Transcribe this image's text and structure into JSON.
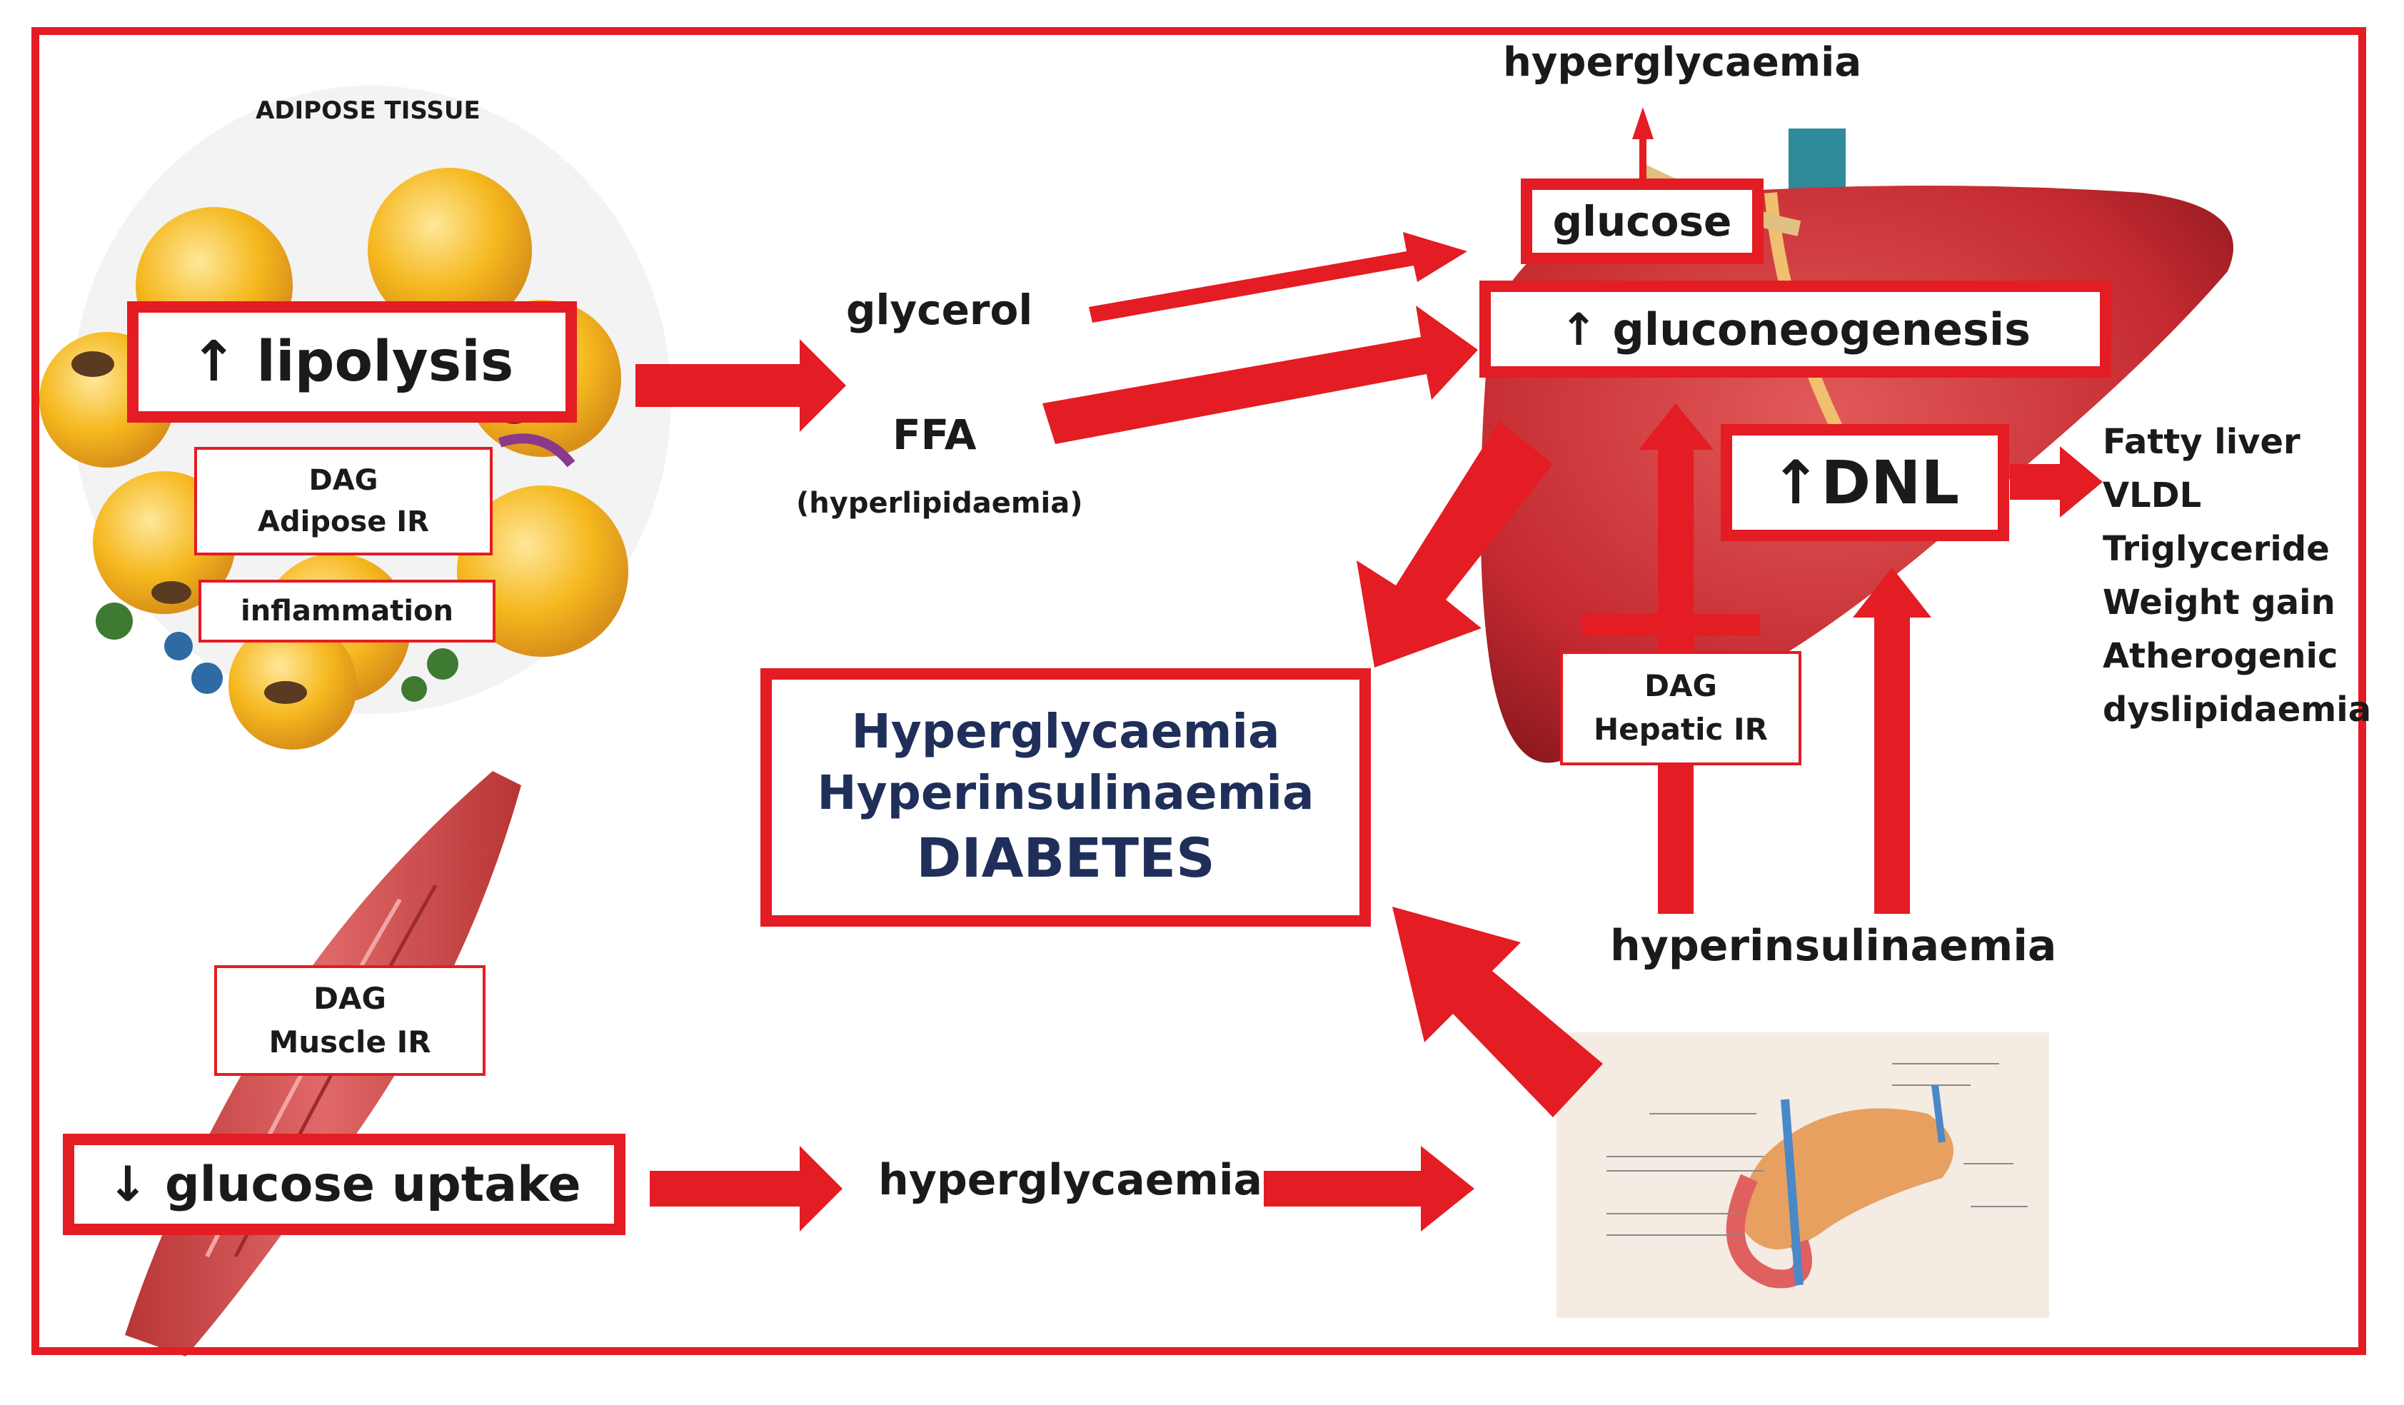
{
  "adipose": {
    "title": "ADIPOSE TISSUE",
    "lipolysis": "↑ lipolysis",
    "dag_line1": "DAG",
    "dag_line2": "Adipose IR",
    "inflammation": "inflammation"
  },
  "middle": {
    "glycerol": "glycerol",
    "ffa": "FFA",
    "hyperlipidaemia": "(hyperlipidaemia)"
  },
  "liver": {
    "hyperglycaemia_top": "hyperglycaemia",
    "glucose": "glucose",
    "gluconeogenesis": "↑ gluconeogenesis",
    "dnl": "↑DNL",
    "dag_line1": "DAG",
    "dag_line2": "Hepatic IR",
    "outcomes": [
      "Fatty liver",
      "VLDL",
      "Triglyceride",
      "Weight gain",
      "Atherogenic",
      "dyslipidaemia"
    ]
  },
  "center_box": {
    "line1": "Hyperglycaemia",
    "line2": "Hyperinsulinaemia",
    "line3": "DIABETES"
  },
  "pancreas": {
    "hyperinsulinaemia": "hyperinsulinaemia"
  },
  "muscle": {
    "dag_line1": "DAG",
    "dag_line2": "Muscle IR",
    "glucose_uptake": "↓ glucose uptake",
    "hyperglycaemia_bottom": "hyperglycaemia"
  },
  "colors": {
    "accent_red": "#e41c23",
    "navy_text": "#1f2f5a",
    "fat_cell": "#f5b81e",
    "liver_red": "#c42a30",
    "muscle_red": "#d64a4a",
    "pancreas_orange": "#e8a060"
  }
}
